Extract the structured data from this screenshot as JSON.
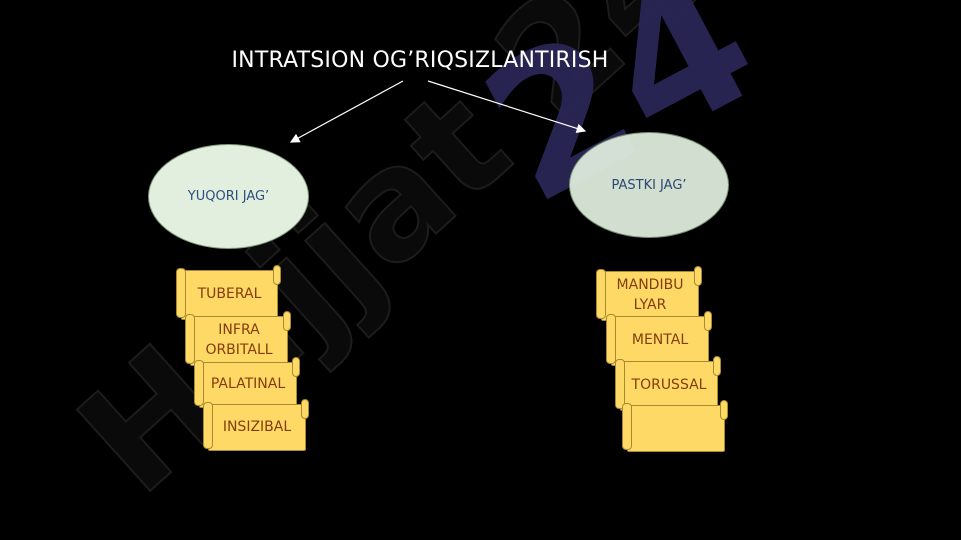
{
  "slide": {
    "title": "INTRATSION OG’RIQSIZLANTIRISH",
    "watermark": "Hujjat 24",
    "left_oval": "YUQORI JAG’",
    "right_oval": "PASTKI JAG’",
    "left_items": [
      "TUBERAL",
      "INFRA ORBITALL",
      "PALATINAL",
      "INSIZIBAL"
    ],
    "right_items": [
      "MANDIBU LYAR",
      "MENTAL",
      "TORUSSAL",
      ""
    ]
  },
  "colors": {
    "background": "#000000",
    "oval_fill": "#e2efdf",
    "oval_text": "#2e4e7e",
    "scroll_fill": "#ffd966",
    "scroll_text": "#843c0c",
    "watermark": "#2a2656"
  }
}
